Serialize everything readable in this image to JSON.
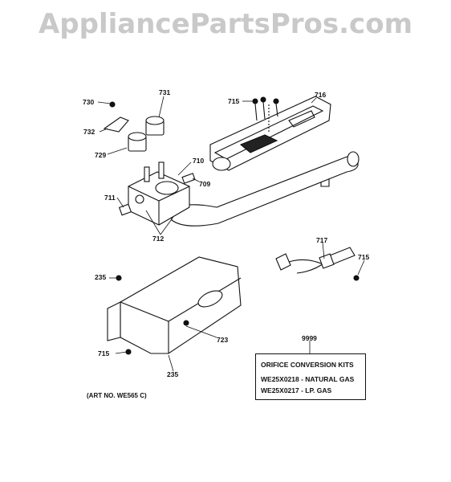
{
  "watermark": "AppliancePartsPros.com",
  "callouts": {
    "c730": "730",
    "c731": "731",
    "c732": "732",
    "c729": "729",
    "c710": "710",
    "c709": "709",
    "c711": "711",
    "c712": "712",
    "c715a": "715",
    "c716": "716",
    "c717": "717",
    "c715b": "715",
    "c235a": "235",
    "c715c": "715",
    "c723": "723",
    "c235b": "235",
    "c9999": "9999"
  },
  "kits": {
    "title": "ORIFICE CONVERSION KITS",
    "natural": "WE25X0218 - NATURAL GAS",
    "lp": "WE25X0217 - LP. GAS"
  },
  "art_no": "(ART NO. WE565 C)"
}
